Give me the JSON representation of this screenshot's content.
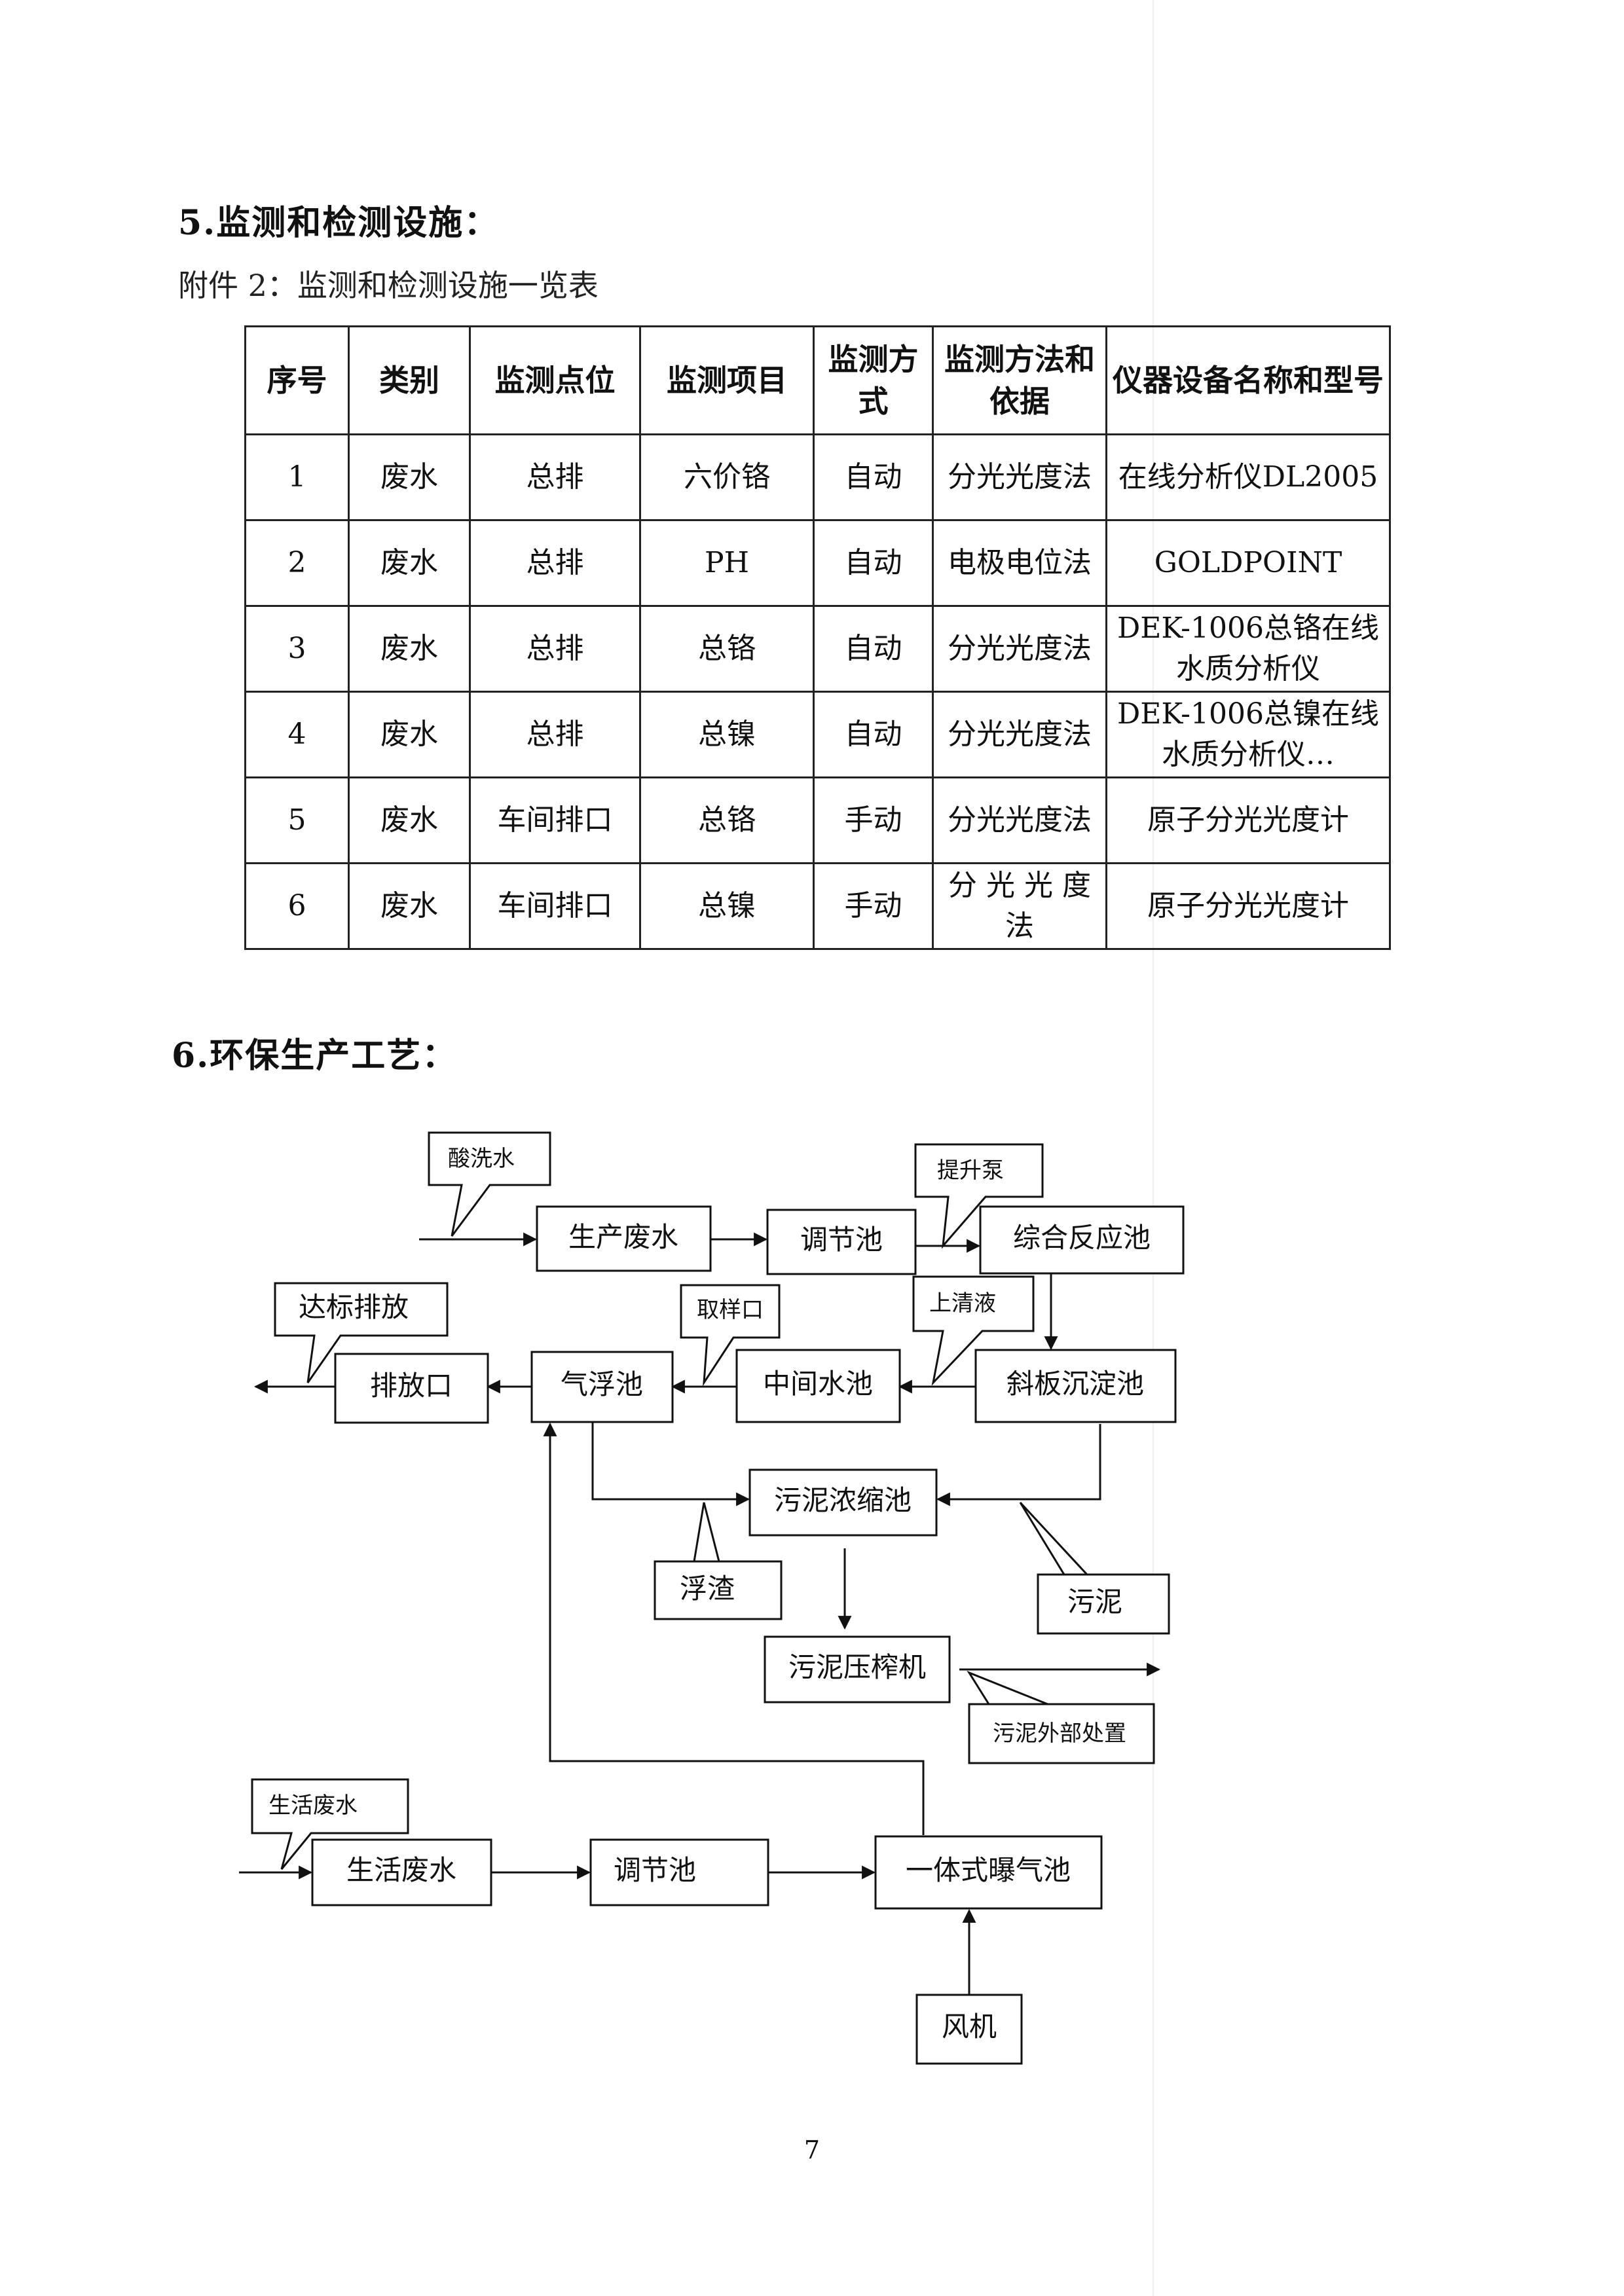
{
  "section5": {
    "heading": "5.监测和检测设施：",
    "caption": "附件 2：监测和检测设施一览表",
    "table": {
      "headers": [
        "序号",
        "类别",
        "监测点位",
        "监测项目",
        "监测方式",
        "监测方法和依据",
        "仪器设备名称和型号"
      ],
      "rows": [
        [
          "1",
          "废水",
          "总排",
          "六价铬",
          "自动",
          "分光光度法",
          "在线分析仪DL2005"
        ],
        [
          "2",
          "废水",
          "总排",
          "PH",
          "自动",
          "电极电位法",
          "GOLDPOINT"
        ],
        [
          "3",
          "废水",
          "总排",
          "总铬",
          "自动",
          "分光光度法",
          "DEK-1006总铬在线水质分析仪"
        ],
        [
          "4",
          "废水",
          "总排",
          "总镍",
          "自动",
          "分光光度法",
          "DEK-1006总镍在线水质分析仪…"
        ],
        [
          "5",
          "废水",
          "车间排口",
          "总铬",
          "手动",
          "分光光度法",
          "原子分光光度计"
        ],
        [
          "6",
          "废水",
          "车间排口",
          "总镍",
          "手动",
          "分 光 光 度法",
          "原子分光光度计"
        ]
      ]
    }
  },
  "section6": {
    "heading": "6.环保生产工艺：",
    "flowchart": {
      "boxes": {
        "production_wastewater": "生产废水",
        "regulating_pool_1": "调节池",
        "reaction_pool": "综合反应池",
        "sedimentation_pool": "斜板沉淀池",
        "intermediate_pool": "中间水池",
        "flotation_pool": "气浮池",
        "outlet": "排放口",
        "sludge_thickener": "污泥浓缩池",
        "filter_press": "污泥压榨机",
        "domestic_wastewater": "生活废水",
        "regulating_pool_2": "调节池",
        "aeration_pool": "一体式曝气池",
        "blower": "风机"
      },
      "callouts": {
        "acid_wash": "酸洗水",
        "lift_pump": "提升泵",
        "compliant_discharge": "达标排放",
        "sampling_port": "取样口",
        "supernatant": "上清液",
        "scum": "浮渣",
        "sludge": "污泥",
        "sludge_disposal": "污泥外部处置",
        "domestic_wastewater_note": "生活废水"
      }
    }
  },
  "page_number": "7"
}
